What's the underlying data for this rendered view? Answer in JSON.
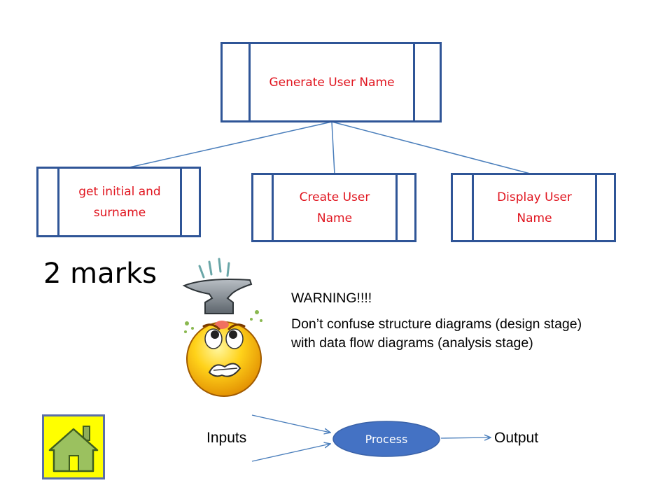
{
  "diagram": {
    "root": {
      "label": "Generate User Name"
    },
    "children": [
      {
        "label_line1": "get initial and",
        "label_line2": "surname"
      },
      {
        "label_line1": "Create User",
        "label_line2": "Name"
      },
      {
        "label_line1": "Display User",
        "label_line2": "Name"
      }
    ],
    "colors": {
      "box_border": "#2f5597",
      "box_text": "#e0141e",
      "connector": "#4472c4"
    }
  },
  "marks_text": "2 marks",
  "warning": {
    "title": "WARNING!!!!",
    "body": "Don’t confuse structure diagrams (design stage) with data flow diagrams (analysis stage)"
  },
  "dfd": {
    "inputs_label": "Inputs",
    "process_label": "Process",
    "output_label": "Output",
    "process_color": "#4472c4"
  },
  "icons": {
    "illustration": "anvil-falling-on-worried-face-icon",
    "home": "home-icon"
  }
}
